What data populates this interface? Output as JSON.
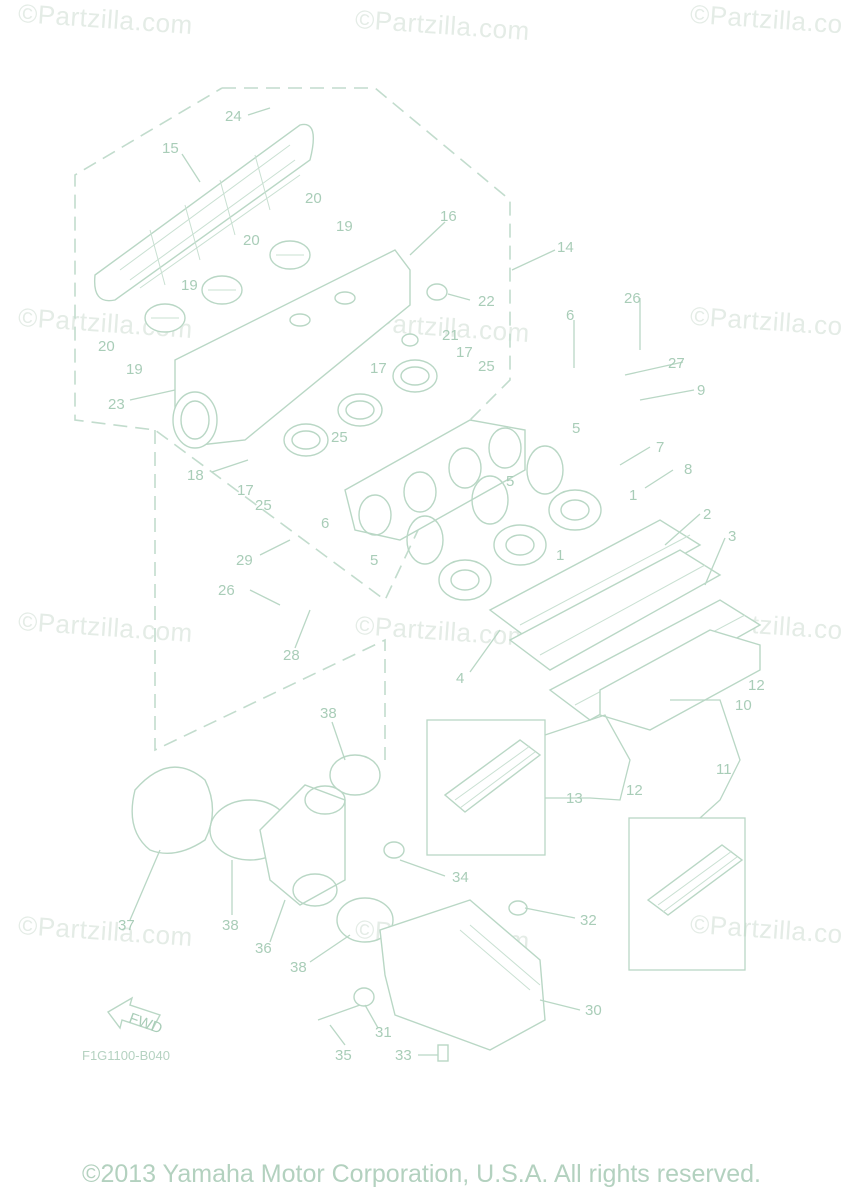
{
  "watermarks": [
    "©Partzilla.com",
    "©Partzilla.com",
    "©Partzilla.co",
    "©Partzilla.com",
    "©Partzilla.com",
    "©Partzilla.co",
    "©Partzilla.com",
    "©Partzilla.com",
    "©Partzilla.co",
    "©Partzilla.com",
    "©Partzilla.com",
    "©Partzilla.co"
  ],
  "drawing_code": "F1G1100-B040",
  "fwd_label": "FWD",
  "copyright": "©2013 Yamaha Motor Corporation, U.S.A. All rights reserved.",
  "callouts": [
    "24",
    "15",
    "20",
    "16",
    "19",
    "20",
    "19",
    "14",
    "22",
    "20",
    "19",
    "21",
    "17",
    "26",
    "6",
    "23",
    "25",
    "27",
    "9",
    "17",
    "25",
    "18",
    "17",
    "5",
    "7",
    "25",
    "1",
    "8",
    "5",
    "2",
    "6",
    "29",
    "3",
    "5",
    "1",
    "26",
    "4",
    "12",
    "28",
    "10",
    "38",
    "13",
    "12",
    "11",
    "34",
    "37",
    "38",
    "32",
    "36",
    "38",
    "30",
    "31",
    "35",
    "33"
  ],
  "colors": {
    "line": "#b9d7c5",
    "label": "#a9cdb8",
    "watermark": "#e4ece6"
  }
}
